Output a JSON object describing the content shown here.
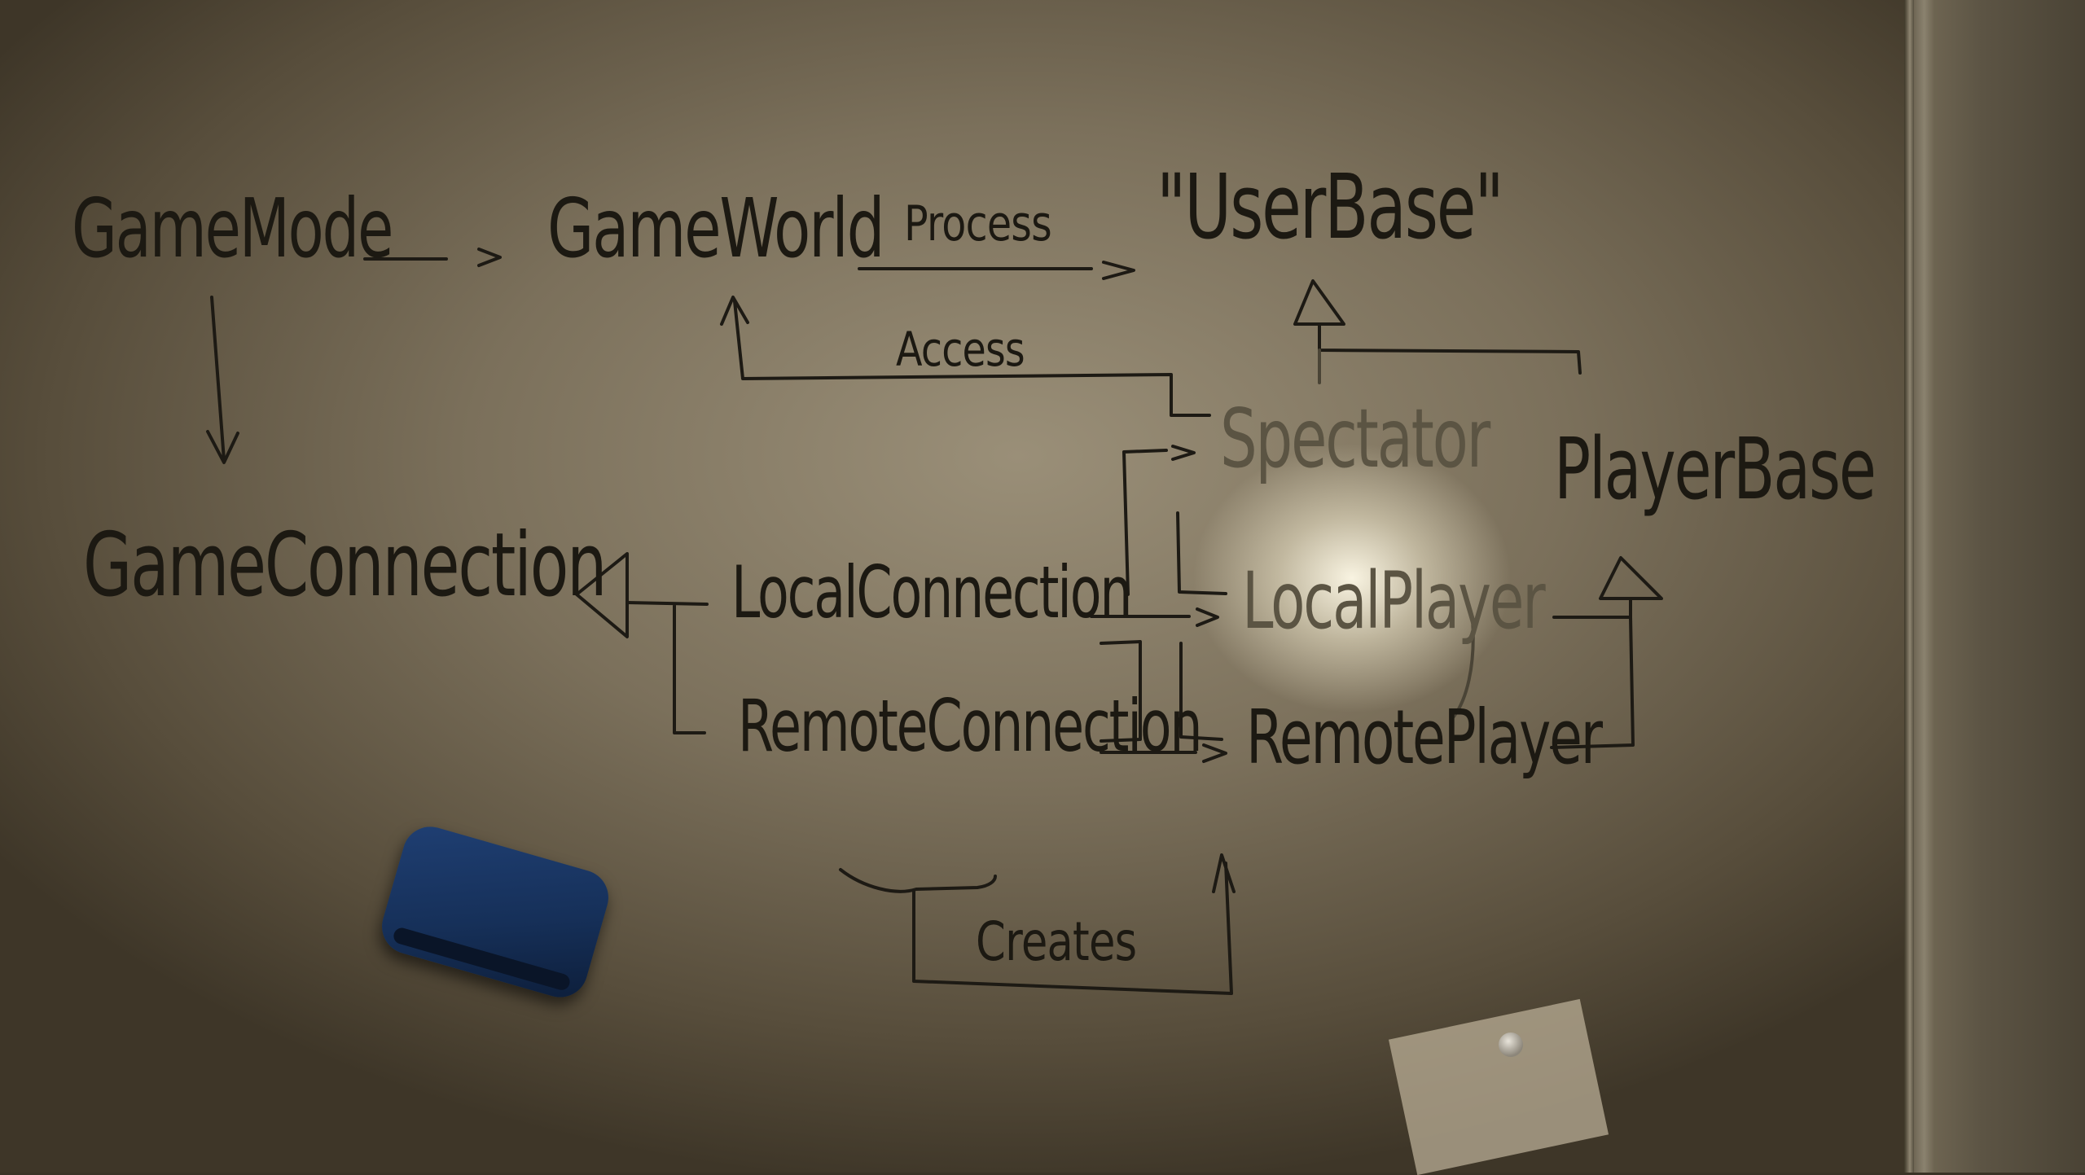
{
  "nodes": {
    "game_mode": "GameMode",
    "game_world": "GameWorld",
    "user_base": "\"UserBase\"",
    "spectator": "Spectator",
    "player_base": "PlayerBase",
    "game_connection": "GameConnection",
    "local_connection": "LocalConnection",
    "remote_connection": "RemoteConnection",
    "local_player": "LocalPlayer",
    "remote_player": "RemotePlayer"
  },
  "labels": {
    "process": "Process",
    "access": "Access",
    "creates": "Creates"
  },
  "colors": {
    "ink": "#1d1a14",
    "eraser": "#1f3f73"
  }
}
